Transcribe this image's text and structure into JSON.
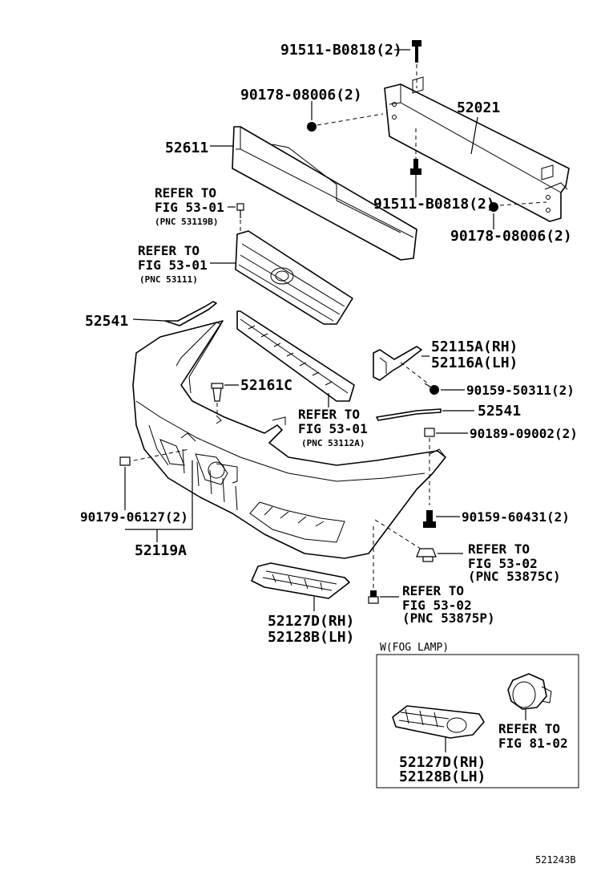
{
  "labels": {
    "bolt_top": "91511-B0818(2)",
    "nut_left": "90178-08006(2)",
    "reinforcement": "52021",
    "absorber": "52611",
    "refer_grille_top_1": "REFER TO",
    "refer_grille_top_2": "FIG 53-01",
    "refer_grille_top_3": "(PNC 53119B)",
    "bolt_mid": "91511-B0818(2)",
    "nut_right": "90178-08006(2)",
    "refer_grille_1": "REFER TO",
    "refer_grille_2": "FIG 53-01",
    "refer_grille_3": "(PNC 53111)",
    "seal_left": "52541",
    "retainer_rh": "52115A(RH)",
    "retainer_lh": "52116A(LH)",
    "clip_52161c": "52161C",
    "screw_50311": "90159-50311(2)",
    "refer_lower_1": "REFER TO",
    "refer_lower_2": "FIG 53-01",
    "refer_lower_3": "(PNC 53112A)",
    "seal_right": "52541",
    "nut_09002": "90189-09002(2)",
    "nut_06127": "90179-06127(2)",
    "screw_60431": "90159-60431(2)",
    "bumper_cover": "52119A",
    "refer_fig5302a_1": "REFER TO",
    "refer_fig5302a_2": "FIG 53-02",
    "refer_fig5302a_3": "(PNC 53875C)",
    "refer_fig5302b_1": "REFER TO",
    "refer_fig5302b_2": "FIG 53-02",
    "refer_fig5302b_3": "(PNC 53875P)",
    "cover_rh": "52127D(RH)",
    "cover_lh": "52128B(LH)",
    "fog_box_title": "W(FOG LAMP)",
    "fog_refer_1": "REFER TO",
    "fog_refer_2": "FIG 81-02",
    "fog_cover_rh": "52127D(RH)",
    "fog_cover_lh": "52128B(LH)",
    "diagram_id": "521243B"
  }
}
